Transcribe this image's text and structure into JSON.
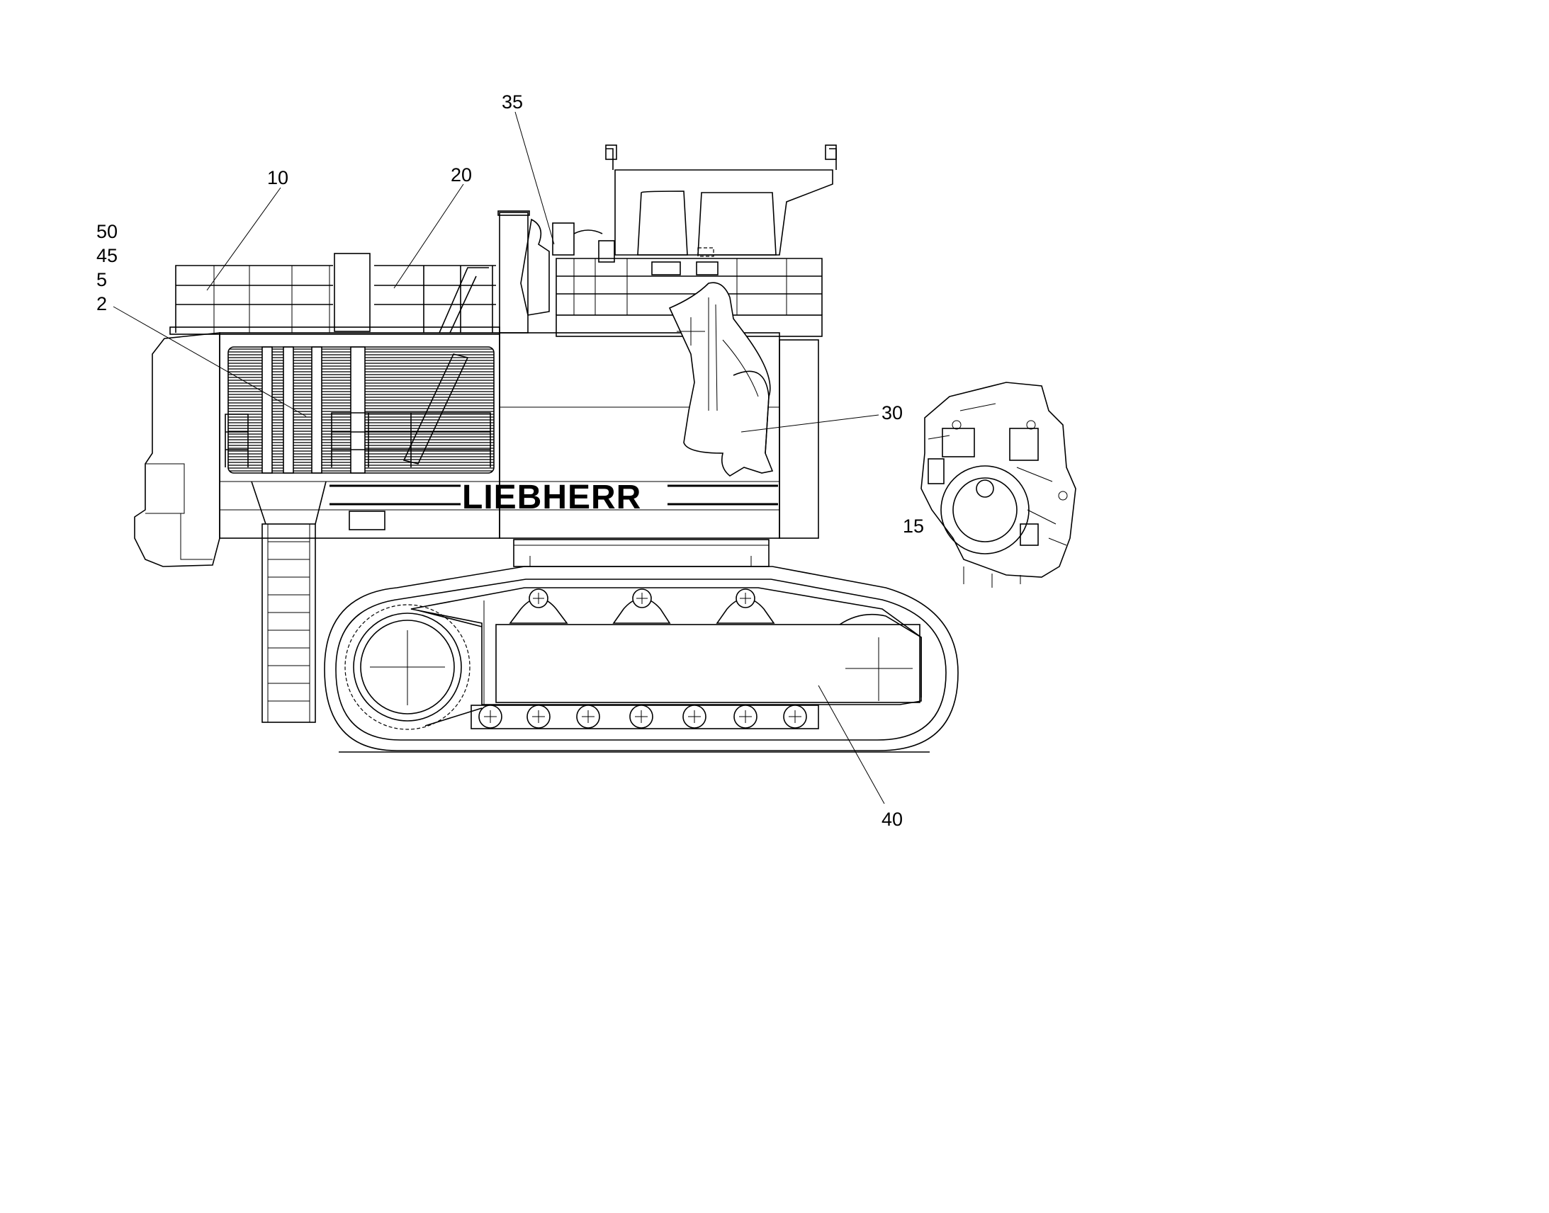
{
  "callouts": [
    {
      "id": "50",
      "text": "50"
    },
    {
      "id": "45",
      "text": "45"
    },
    {
      "id": "5",
      "text": "5"
    },
    {
      "id": "2",
      "text": "2"
    },
    {
      "id": "10",
      "text": "10"
    },
    {
      "id": "20",
      "text": "20"
    },
    {
      "id": "35",
      "text": "35"
    },
    {
      "id": "30",
      "text": "30"
    },
    {
      "id": "15",
      "text": "15"
    },
    {
      "id": "40",
      "text": "40"
    }
  ],
  "brand": {
    "logo_text": "LIEBHERR"
  }
}
